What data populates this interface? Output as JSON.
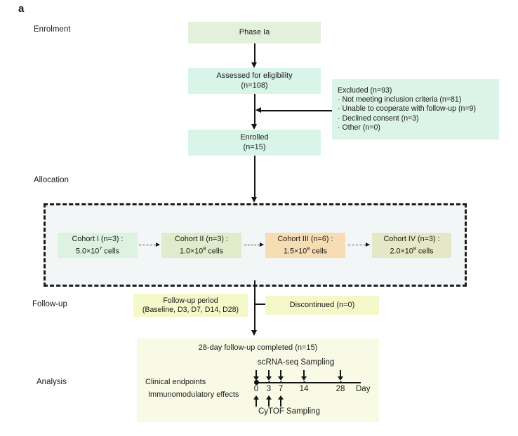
{
  "figure_label": "a",
  "stages": {
    "enrolment": "Enrolment",
    "allocation": "Allocation",
    "followup": "Follow-up",
    "analysis": "Analysis"
  },
  "boxes": {
    "phase": {
      "line1": "Phase Ia"
    },
    "assessed": {
      "line1": "Assessed for eligibility",
      "line2": "(n=108)"
    },
    "excluded": {
      "title": "Excluded (n=93)",
      "items": [
        "· Not meeting inclusion criteria (n=81)",
        "· Unable to cooperate with follow-up (n=9)",
        "· Declined consent (n=3)",
        "· Other (n=0)"
      ]
    },
    "enrolled": {
      "line1": "Enrolled",
      "line2": "(n=15)"
    },
    "followup_period": {
      "line1": "Follow-up period",
      "line2": "(Baseline, D3, D7, D14, D28)"
    },
    "discontinued": {
      "line1": "Discontinued (n=0)"
    },
    "completed": {
      "line1": "28-day follow-up completed (n=15)"
    }
  },
  "cohorts": [
    {
      "title": "Cohort I (n=3) :",
      "dose_base": "5.0×10",
      "dose_exp": "7",
      "dose_unit": " cells",
      "color": "#ddf2e1"
    },
    {
      "title": "Cohort II (n=3) :",
      "dose_base": "1.0×10",
      "dose_exp": "8",
      "dose_unit": " cells",
      "color": "#dfeccb"
    },
    {
      "title": "Cohort III (n=6) :",
      "dose_base": "1.5×10",
      "dose_exp": "8",
      "dose_unit": " cells",
      "color": "#f7ddb4"
    },
    {
      "title": "Cohort IV (n=3) :",
      "dose_base": "2.0×10",
      "dose_exp": "8",
      "dose_unit": " cells",
      "color": "#e5e8c7"
    }
  ],
  "timeline": {
    "scrna_label": "scRNA-seq Sampling",
    "cytof_label": "CyTOF Sampling",
    "left_label1": "Clinical endpoints",
    "left_label2": "Immunomodulatory effects",
    "axis_label": "Day",
    "days": [
      {
        "label": "0"
      },
      {
        "label": "3"
      },
      {
        "label": "7"
      },
      {
        "label": "14"
      },
      {
        "label": "28"
      }
    ],
    "scrna_arrow_days": [
      0,
      3,
      7,
      14,
      28
    ],
    "cytof_arrow_days": [
      0,
      3,
      7
    ]
  },
  "colors": {
    "phase_box": "#e3f0db",
    "eligibility_box": "#d9f4e8",
    "excluded_box": "#dcf3e7",
    "allocation_bg": "#f3f6f7",
    "followup_box": "#f5f8c9",
    "analysis_box": "#f8fae6"
  }
}
